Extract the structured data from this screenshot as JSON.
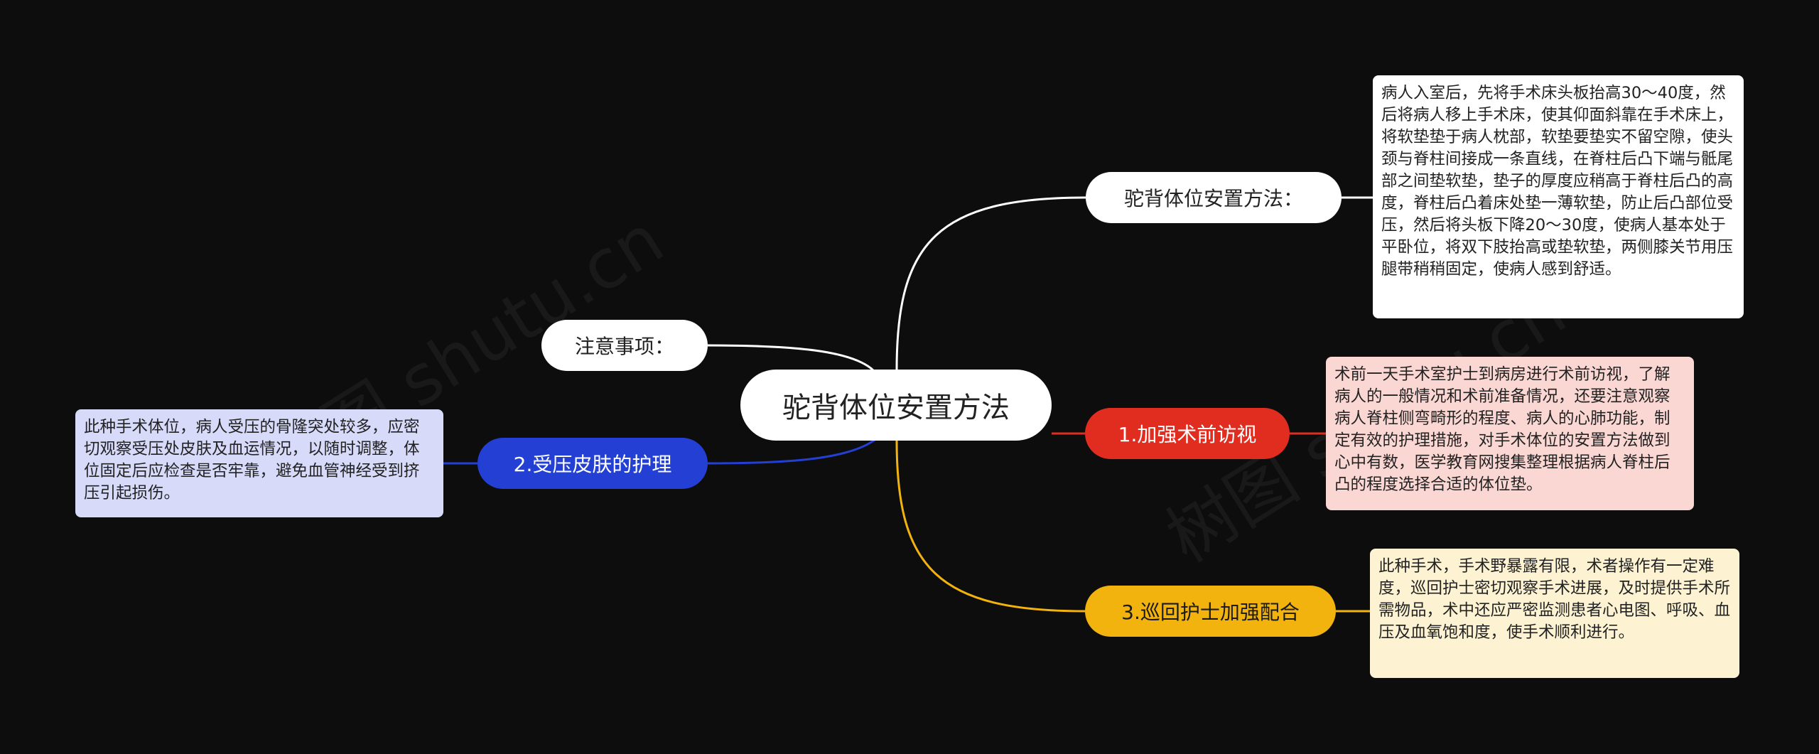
{
  "title": "驼背体位安置方法",
  "branches": {
    "method": {
      "label": "驼背体位安置方法：",
      "note": "病人入室后，先将手术床头板抬高30～40度，然后将病人移上手术床，使其仰面斜靠在手术床上，将软垫垫于病人枕部，软垫要垫实不留空隙，使头颈与脊柱间接成一条直线，在脊柱后凸下端与骶尾部之间垫软垫，垫子的厚度应稍高于脊柱后凸的高度，脊柱后凸着床处垫一薄软垫，防止后凸部位受压，然后将头板下降20～30度，使病人基本处于平卧位，将双下肢抬高或垫软垫，两侧膝关节用压腿带稍稍固定，使病人感到舒适。"
    },
    "visit": {
      "label": "1.加强术前访视",
      "note": "术前一天手术室护士到病房进行术前访视，了解病人的一般情况和术前准备情况，还要注意观察病人脊柱侧弯畸形的程度、病人的心肺功能，制定有效的护理措施，对手术体位的安置方法做到心中有数，医学教育网搜集整理根据病人脊柱后凸的程度选择合适的体位垫。"
    },
    "nurse": {
      "label": "3.巡回护士加强配合",
      "note": "此种手术，手术野暴露有限，术者操作有一定难度，巡回护士密切观察手术进展，及时提供手术所需物品，术中还应严密监测患者心电图、呼吸、血压及血氧饱和度，使手术顺利进行。"
    },
    "attention": {
      "label": "注意事项："
    },
    "skin": {
      "label": "2.受压皮肤的护理",
      "note": "此种手术体位，病人受压的骨隆突处较多，应密切观察受压处皮肤及血运情况，以随时调整，体位固定后应检查是否牢靠，避免血管神经受到挤压引起损伤。"
    }
  },
  "watermarks": [
    "树图 shutu.cn",
    "树图 shutu.cn"
  ],
  "colors": {
    "background": "#0d0d0d",
    "line_white": "#ffffff",
    "red": "#e12d1f",
    "blue": "#2440d4",
    "yellow": "#f2b30f"
  }
}
